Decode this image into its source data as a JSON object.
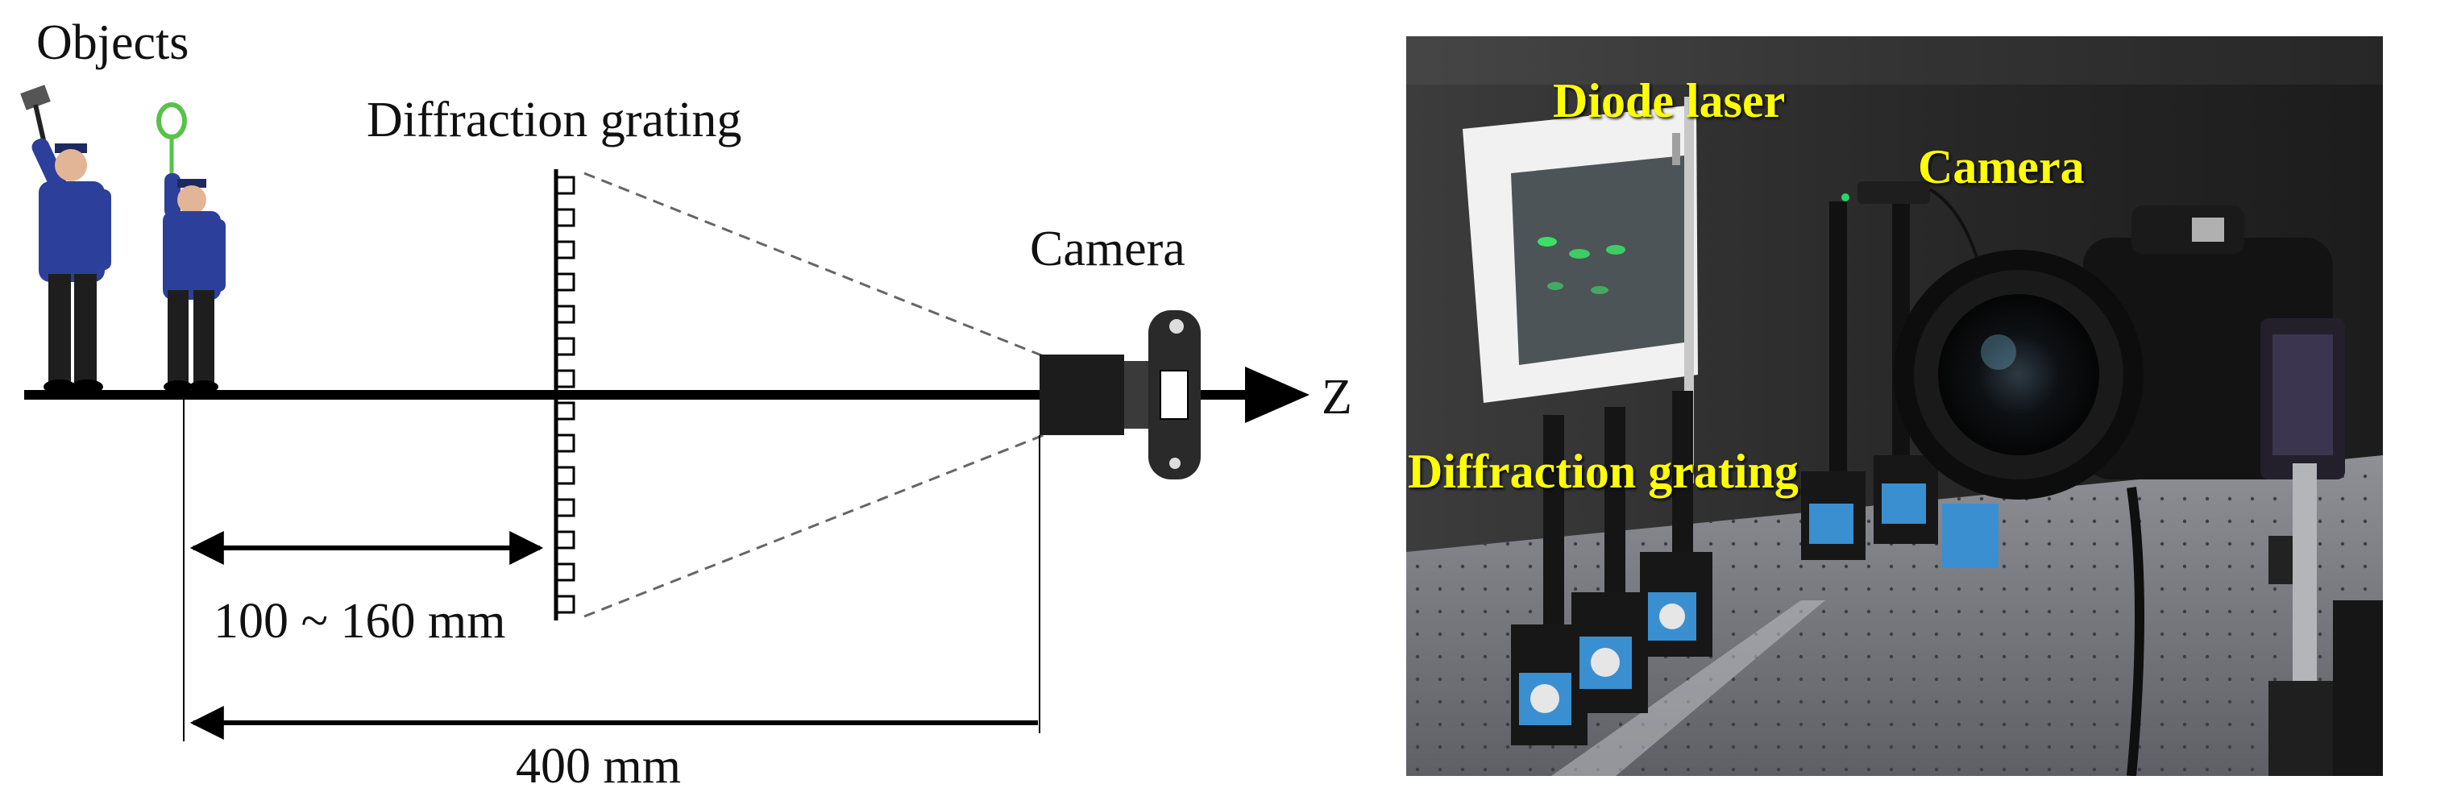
{
  "diagram": {
    "objects_label": "Objects",
    "grating_label": "Diffraction grating",
    "camera_label": "Camera",
    "axis_label": "Z",
    "dist_short": "100 ~ 160 mm",
    "dist_long": "400 mm"
  },
  "photo": {
    "diode_label": "Diode laser",
    "camera_label": "Camera",
    "grating_label": "Diffraction grating"
  },
  "colors": {
    "label_yellow": "#ffff00",
    "laser_green": "#2bd46a",
    "magnet_blue": "#3a8fd0"
  }
}
